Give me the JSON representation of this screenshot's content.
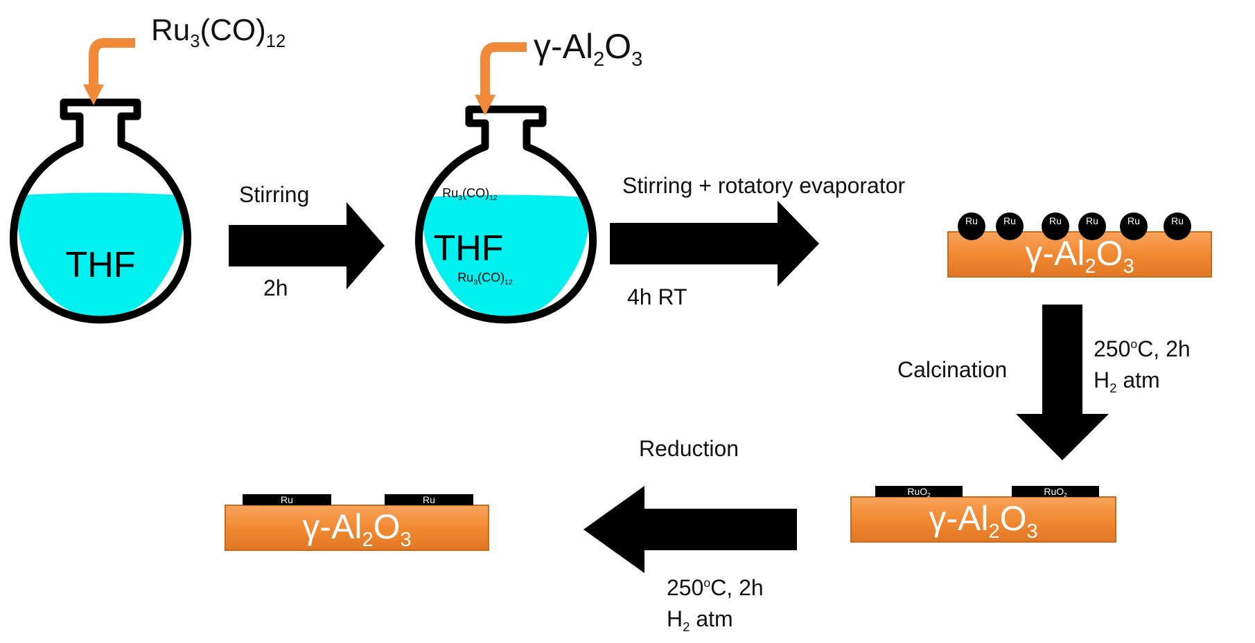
{
  "labels": {
    "ru3co12_formula": "Ru3(CO)12",
    "gamma_alumina_formula": "γ-Al2O3",
    "flask1_solvent": "THF",
    "flask2_solvent": "THF",
    "flask2_precursor_top": "Ru3(CO)12",
    "flask2_precursor_bottom": "Ru3(CO)12",
    "step1_top": "Stirring",
    "step1_bottom": "2h",
    "step2_top": "Stirring + rotatory evaporator",
    "step2_bottom": "4h RT",
    "step3_left": "Calcination",
    "step3_right_line1": "250°C, 2h",
    "step3_right_line2": "H2 atm",
    "step4_top": "Reduction",
    "step4_bottom_line1": "250°C, 2h",
    "step4_bottom_line2": "H2 atm"
  },
  "supports": {
    "top_right": {
      "label": "γ-Al2O3",
      "particles": [
        "Ru",
        "Ru",
        "Ru",
        "Ru",
        "Ru",
        "Ru"
      ]
    },
    "bottom_right": {
      "label": "γ-Al2O3",
      "oxides": [
        "RuO2",
        "RuO2"
      ]
    },
    "bottom_left": {
      "label": "γ-Al2O3",
      "films": [
        "Ru",
        "Ru"
      ]
    }
  },
  "colors": {
    "solution": "#00f0f0",
    "funnel": "#f08a38",
    "support_fill": "#f28a32",
    "support_edge": "#c86a1e",
    "arrow": "#000000"
  }
}
